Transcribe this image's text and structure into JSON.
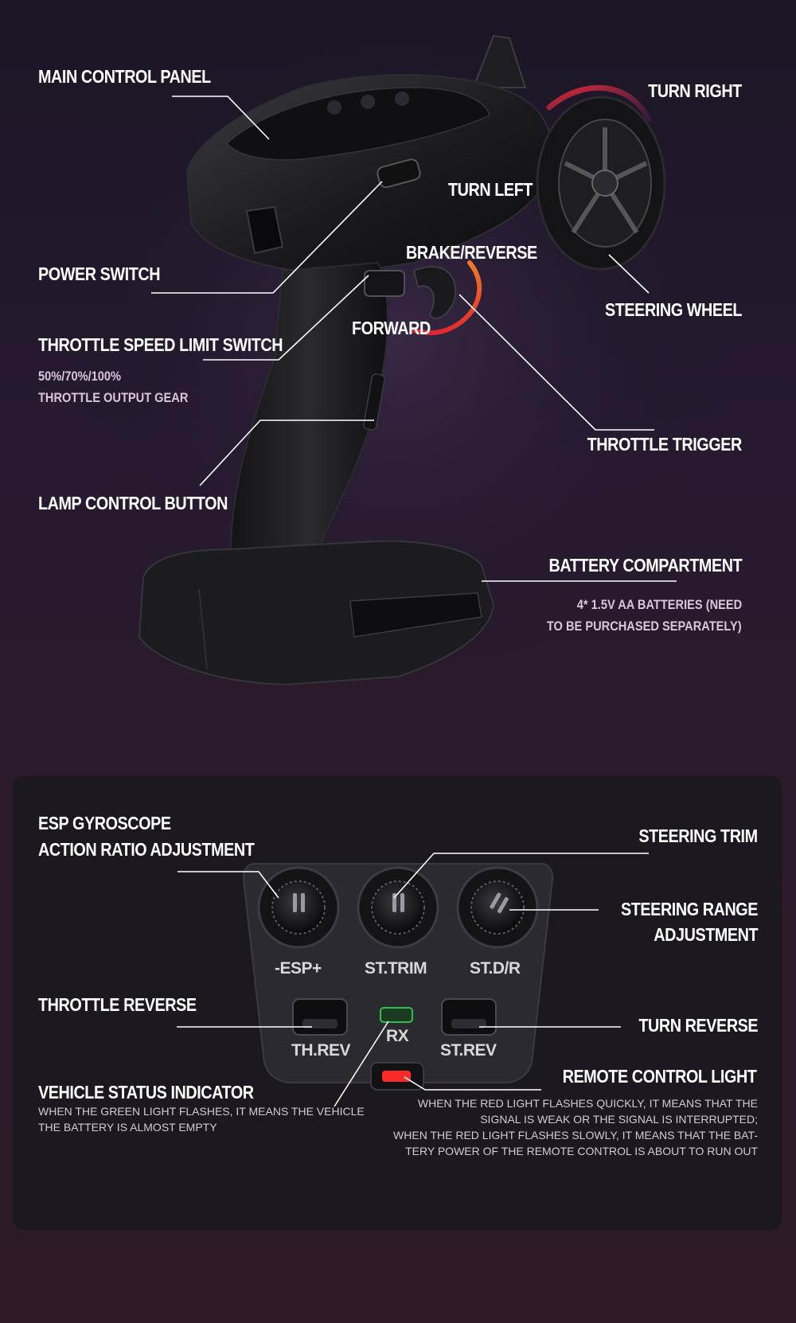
{
  "top": {
    "main_control_panel": "MAIN CONTROL PANEL",
    "turn_right": "TURN RIGHT",
    "turn_left": "TURN LEFT",
    "brake_reverse": "BRAKE/REVERSE",
    "power_switch": "POWER SWITCH",
    "steering_wheel": "STEERING WHEEL",
    "forward": "FORWARD",
    "throttle_speed_limit_switch": "THROTTLE SPEED LIMIT SWITCH",
    "throttle_gears": "50%/70%/100%",
    "throttle_output_gear": "THROTTLE OUTPUT GEAR",
    "throttle_trigger": "THROTTLE TRIGGER",
    "lamp_control_button": "LAMP CONTROL BUTTON",
    "battery_compartment": "BATTERY COMPARTMENT",
    "battery_note_1": "4* 1.5V AA BATTERIES (NEED",
    "battery_note_2": "TO BE PURCHASED SEPARATELY)"
  },
  "panel": {
    "esp_1": "ESP GYROSCOPE",
    "esp_2": "ACTION RATIO ADJUSTMENT",
    "steering_trim": "STEERING TRIM",
    "steering_range_1": "STEERING RANGE",
    "steering_range_2": "ADJUSTMENT",
    "throttle_reverse": "THROTTLE REVERSE",
    "turn_reverse": "TURN REVERSE",
    "vehicle_status_indicator": "VEHICLE STATUS INDICATOR",
    "vehicle_note_1": "WHEN THE GREEN LIGHT FLASHES, IT MEANS THE VEHICLE",
    "vehicle_note_2": "THE BATTERY IS ALMOST EMPTY",
    "remote_control_light": "REMOTE CONTROL LIGHT",
    "remote_note_1": "WHEN THE RED LIGHT FLASHES QUICKLY, IT MEANS THAT THE",
    "remote_note_2": "SIGNAL IS WEAK OR THE SIGNAL IS INTERRUPTED;",
    "remote_note_3": "WHEN THE RED LIGHT FLASHES SLOWLY, IT MEANS THAT THE BAT-",
    "remote_note_4": "TERY POWER OF THE REMOTE CONTROL IS ABOUT TO RUN OUT",
    "knob_esp": "-ESP+",
    "knob_trim": "ST.TRIM",
    "knob_dr": "ST.D/R",
    "sw_threv": "TH.REV",
    "sw_strev": "ST.REV",
    "led_rx": "RX"
  },
  "colors": {
    "accent_red": "#e0282e",
    "accent_orange": "#f07a2a",
    "led_green": "#2fbf4a",
    "led_red": "#ff2a2a"
  }
}
